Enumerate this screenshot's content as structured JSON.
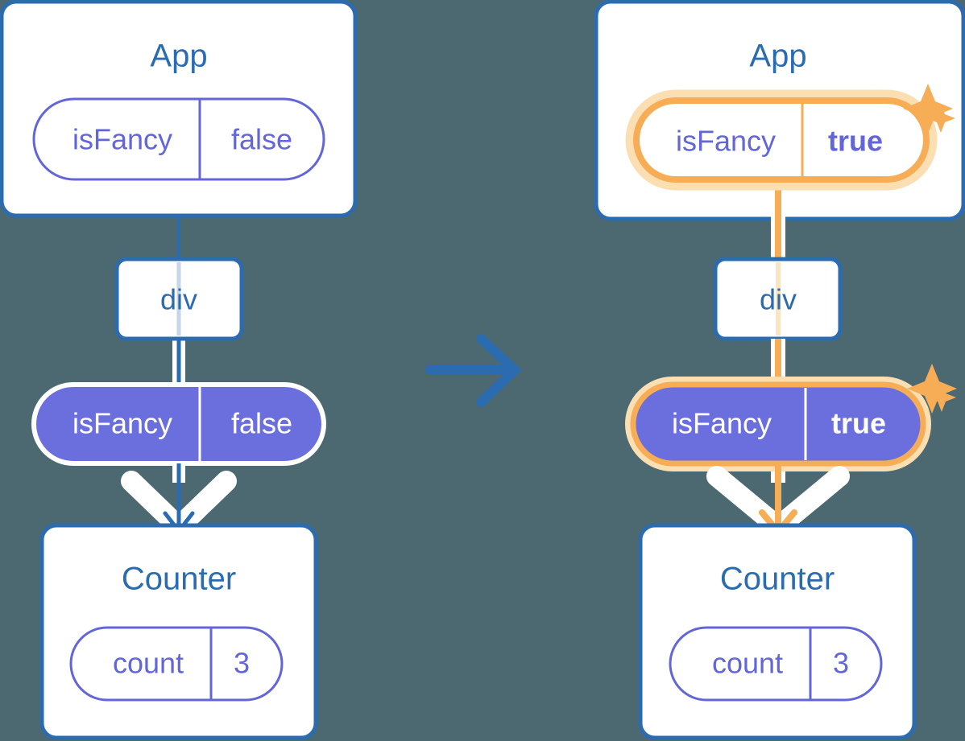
{
  "meta": {
    "background_color": "#4c6871",
    "accent_blue": "#2b6cb0",
    "accent_purple": "#6366d8",
    "accent_purple_fill": "#6b6fdd",
    "highlight_orange": "#f6ad55",
    "highlight_orange_soft": "#fbdfb3",
    "white": "#ffffff"
  },
  "panels": [
    {
      "id": "before",
      "app": {
        "title": "App",
        "state_pill": {
          "key": "isFancy",
          "value": "false",
          "style": "outline",
          "highlighted": false,
          "value_bold": false
        }
      },
      "div": {
        "label": "div"
      },
      "prop_pill": {
        "key": "isFancy",
        "value": "false",
        "style": "solid",
        "highlighted": false,
        "value_bold": false
      },
      "counter": {
        "title": "Counter",
        "state_pill": {
          "key": "count",
          "value": "3",
          "style": "outline",
          "highlighted": false,
          "value_bold": false
        }
      },
      "sparkles": []
    },
    {
      "id": "after",
      "app": {
        "title": "App",
        "state_pill": {
          "key": "isFancy",
          "value": "true",
          "style": "outline",
          "highlighted": true,
          "value_bold": true
        }
      },
      "div": {
        "label": "div"
      },
      "prop_pill": {
        "key": "isFancy",
        "value": "true",
        "style": "solid",
        "highlighted": true,
        "value_bold": true
      },
      "counter": {
        "title": "Counter",
        "state_pill": {
          "key": "count",
          "value": "3",
          "style": "outline",
          "highlighted": false,
          "value_bold": false
        }
      },
      "sparkles": [
        "sparkle-large",
        "sparkle-small",
        "sparkle-large",
        "sparkle-small"
      ]
    }
  ],
  "transition": {
    "icon": "arrow-right-icon",
    "color": "#2b6cb0"
  }
}
